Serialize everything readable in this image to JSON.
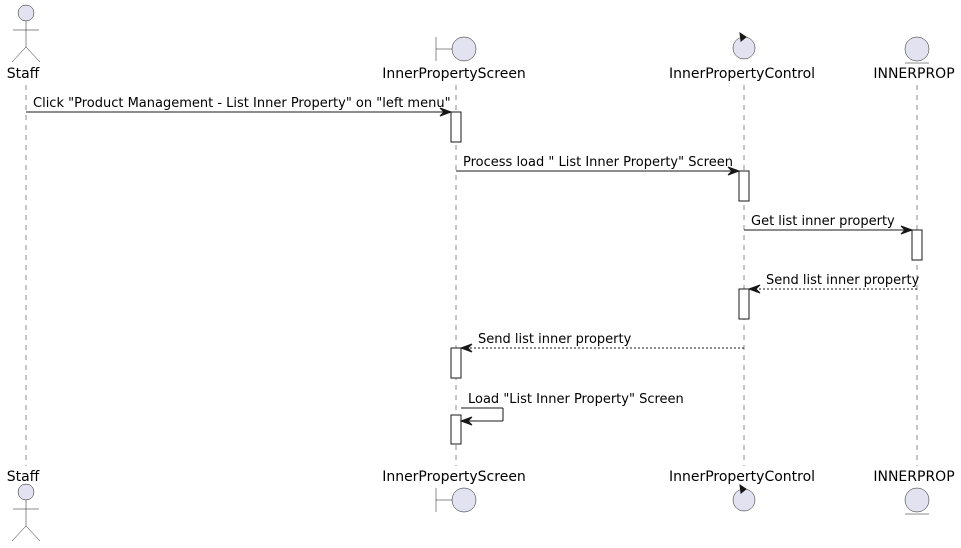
{
  "participants": [
    {
      "id": "staff",
      "name": "Staff",
      "kind": "actor"
    },
    {
      "id": "screen",
      "name": "InnerPropertyScreen",
      "kind": "boundary"
    },
    {
      "id": "control",
      "name": "InnerPropertyControl",
      "kind": "control"
    },
    {
      "id": "entity",
      "name": "INNERPROP",
      "kind": "entity"
    }
  ],
  "messages": [
    {
      "id": "m1",
      "from": "staff",
      "to": "screen",
      "label": "Click \"Product Management - List Inner Property\" on \"left menu\"",
      "style": "solid"
    },
    {
      "id": "m2",
      "from": "screen",
      "to": "control",
      "label": "Process load \" List Inner Property\" Screen",
      "style": "solid"
    },
    {
      "id": "m3",
      "from": "control",
      "to": "entity",
      "label": "Get list inner property",
      "style": "solid"
    },
    {
      "id": "m4",
      "from": "entity",
      "to": "control",
      "label": "Send list inner property",
      "style": "dashed"
    },
    {
      "id": "m5",
      "from": "control",
      "to": "screen",
      "label": "Send list inner property",
      "style": "dashed"
    },
    {
      "id": "m6",
      "from": "screen",
      "to": "screen",
      "label": "Load \"List Inner Property\" Screen",
      "style": "solid"
    }
  ]
}
